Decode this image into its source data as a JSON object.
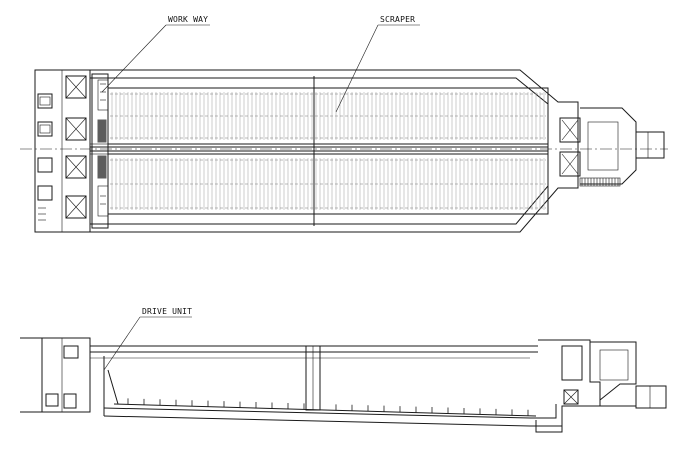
{
  "labels": {
    "work_way": "WORK WAY",
    "scraper": "SCRAPER",
    "drive_unit": "DRIVE UNIT"
  },
  "colors": {
    "line": "#1a1a1a",
    "hatch": "#9a9a9a",
    "background": "#ffffff"
  }
}
